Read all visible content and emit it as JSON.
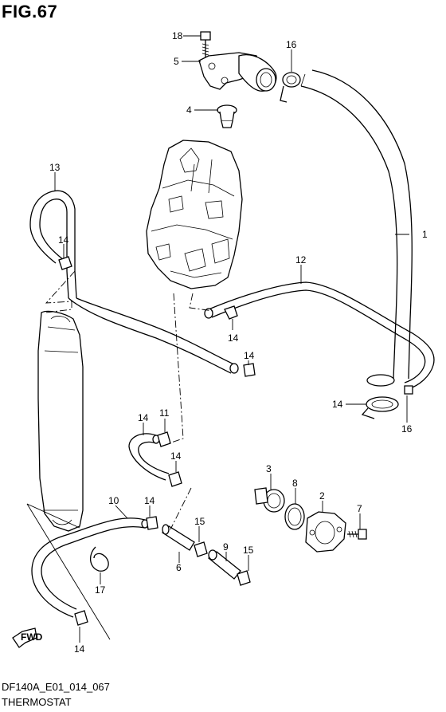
{
  "figure_title": "FIG.67",
  "footer": {
    "code": "DF140A_E01_014_067",
    "title": "THERMOSTAT"
  },
  "fwd_label": "FWD",
  "callouts": [
    "18",
    "5",
    "16",
    "4",
    "13",
    "1",
    "12",
    "14",
    "14",
    "14",
    "14",
    "11",
    "14",
    "16",
    "14",
    "3",
    "8",
    "2",
    "7",
    "10",
    "14",
    "15",
    "9",
    "15",
    "6",
    "17",
    "14"
  ]
}
